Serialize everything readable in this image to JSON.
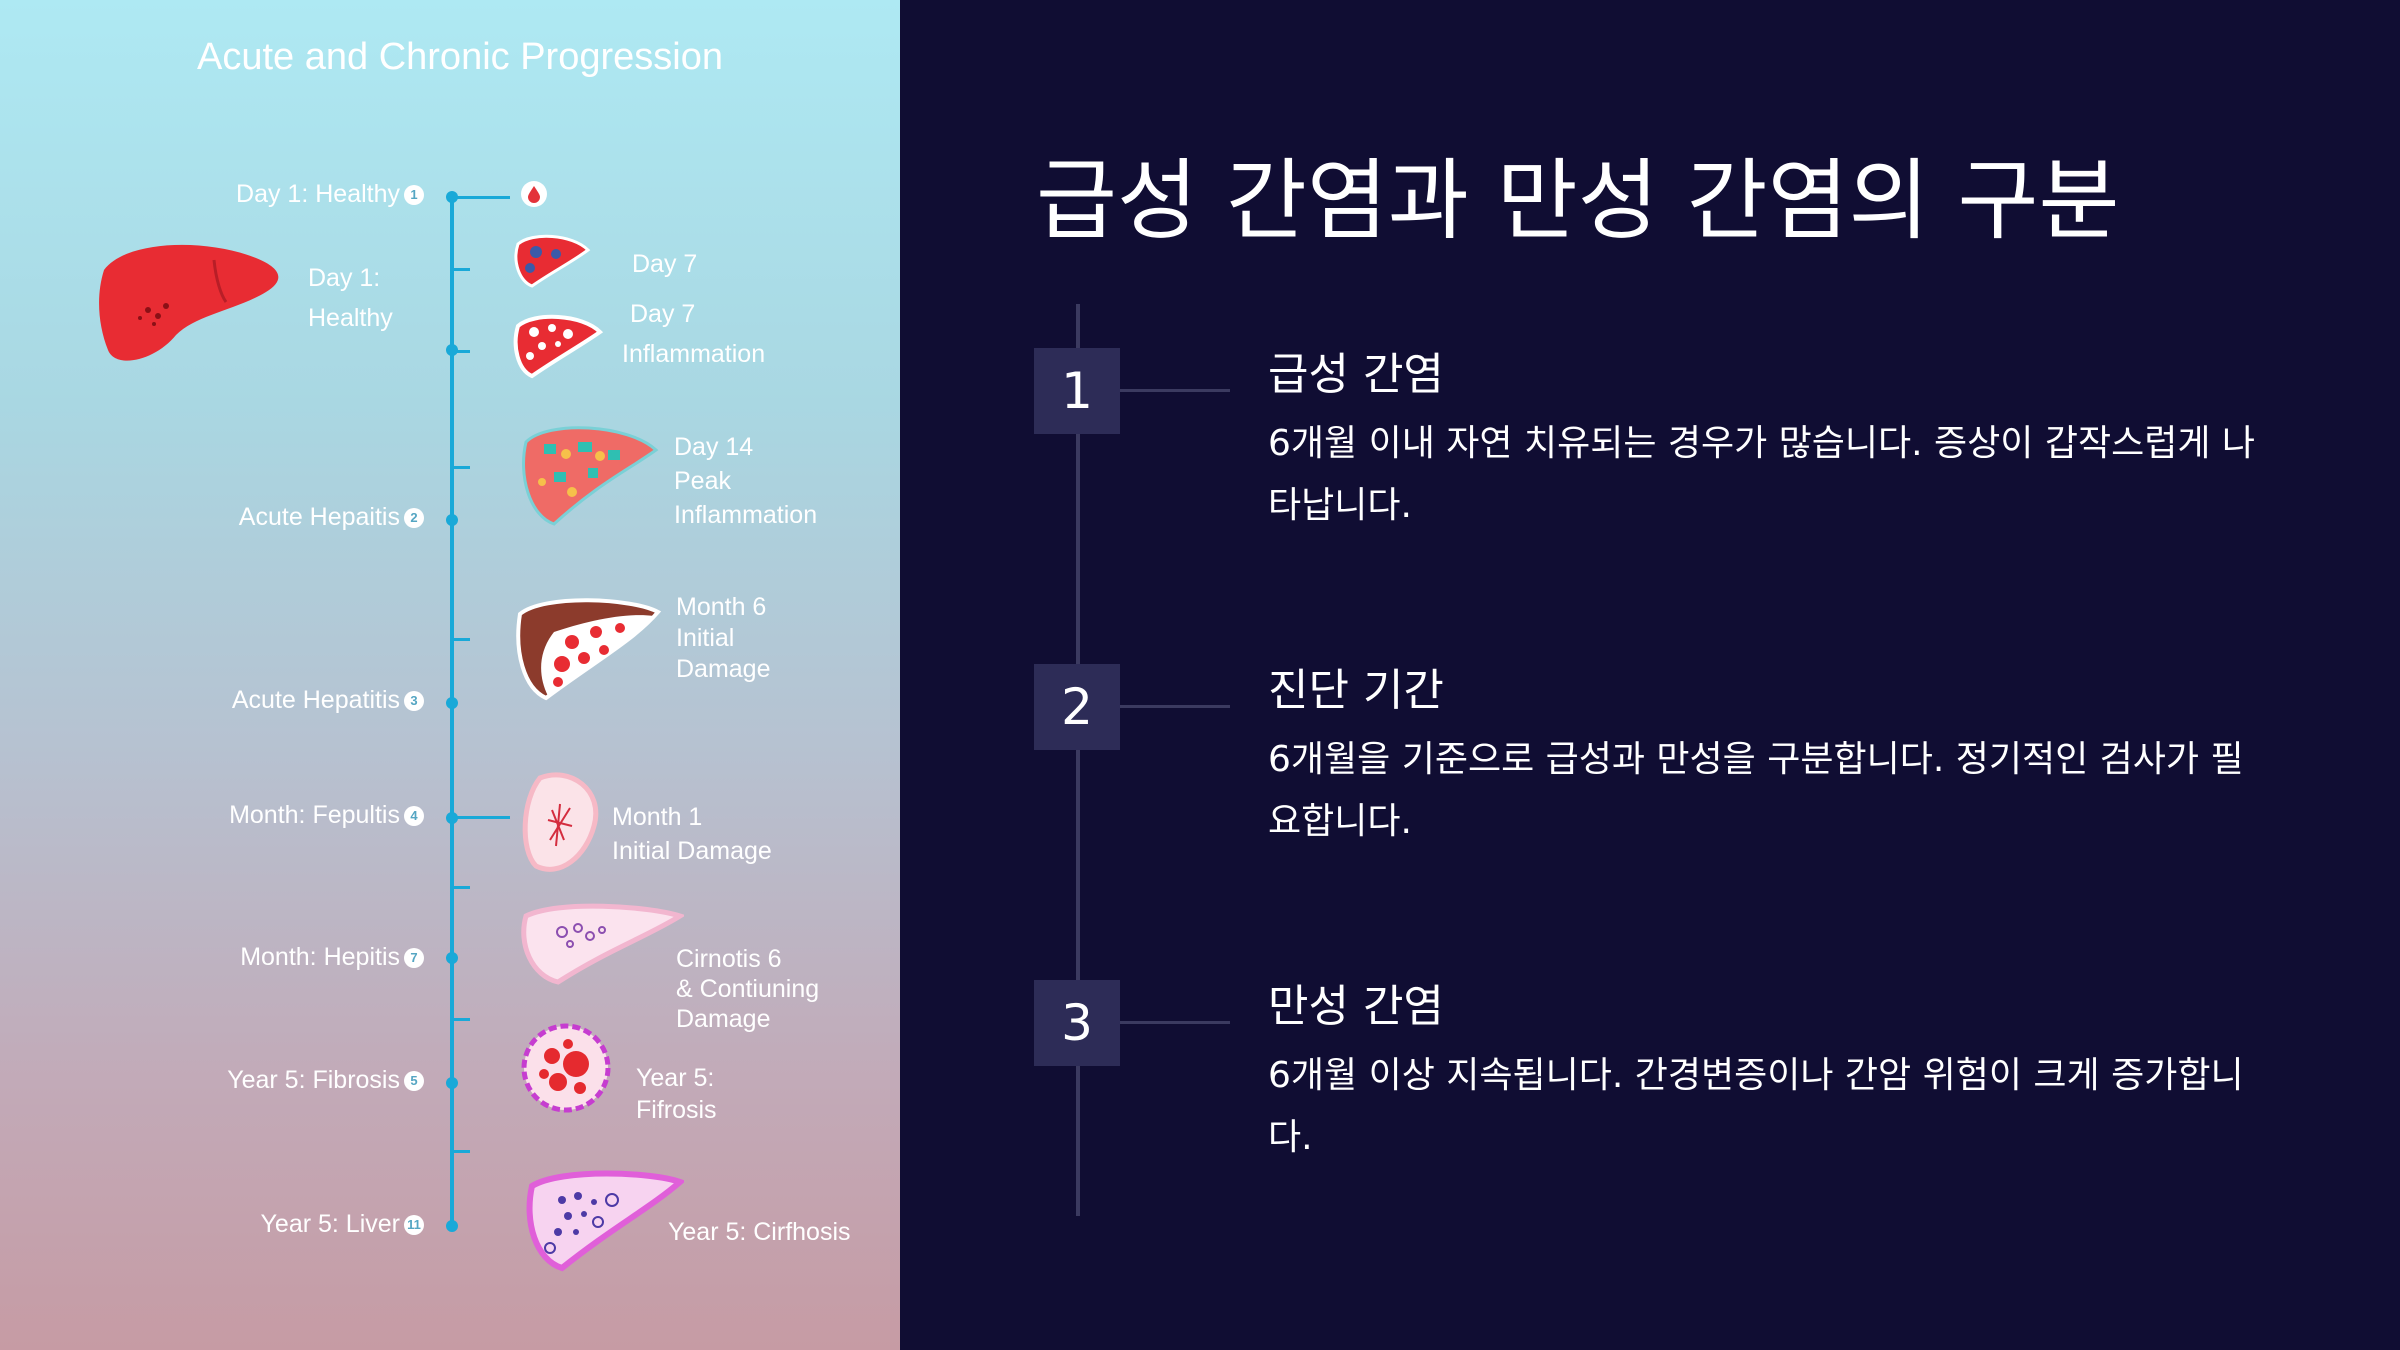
{
  "infographic": {
    "title": "Acute and Chronic Progression",
    "left_labels": [
      {
        "text": "Day 1: Healthy",
        "num": "1"
      },
      {
        "text": "Acute Hepaitis",
        "num": "2"
      },
      {
        "text": "Acute Hepatitis",
        "num": "3"
      },
      {
        "text": "Month: Fepultis",
        "num": "4"
      },
      {
        "text": "Month: Hepitis",
        "num": "7"
      },
      {
        "text": "Year 5: Fibrosis",
        "num": "5"
      },
      {
        "text": "Year 5: Liver",
        "num": "11"
      }
    ],
    "healthy_label": [
      "Day 1:",
      "Healthy"
    ],
    "stages": [
      {
        "lines": [
          "Day 7"
        ]
      },
      {
        "lines": [
          "Day 7",
          "Inflammation"
        ]
      },
      {
        "lines": [
          "Day 14",
          "Peak",
          "Inflammation"
        ]
      },
      {
        "lines": [
          "Month 6",
          "Initial",
          "Damage"
        ]
      },
      {
        "lines": [
          "Month 1",
          "Initial Damage"
        ]
      },
      {
        "lines": [
          "Cirnotis 6",
          "& Contiuning",
          "Damage"
        ]
      },
      {
        "lines": [
          "Year 5:",
          "Fifrosis"
        ]
      },
      {
        "lines": [
          "Year 5: Cirfhosis"
        ]
      }
    ]
  },
  "slide": {
    "title": "급성 간염과 만성 간염의 구분",
    "steps": [
      {
        "num": "1",
        "title": "급성 간염",
        "desc": "6개월 이내 자연 치유되는 경우가 많습니다. 증상이 갑작스럽게 나타납니다."
      },
      {
        "num": "2",
        "title": "진단 기간",
        "desc": "6개월을 기준으로 급성과 만성을 구분합니다. 정기적인 검사가 필요합니다."
      },
      {
        "num": "3",
        "title": "만성 간염",
        "desc": "6개월 이상 지속됩니다. 간경변증이나 간암 위험이 크게 증가합니다."
      }
    ]
  },
  "colors": {
    "background": "#100d33",
    "timeline": "#19a9d8",
    "step_box": "#2d2c57",
    "connector": "#3b3a60"
  },
  "icons": [
    "healthy-liver-icon",
    "blood-drop-icon",
    "liver-stage-icon"
  ]
}
